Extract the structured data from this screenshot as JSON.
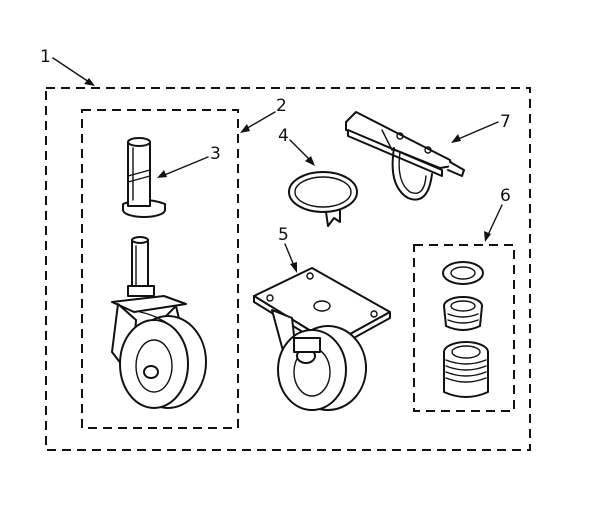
{
  "callouts": {
    "c1": "1",
    "c2": "2",
    "c3": "3",
    "c4": "4",
    "c5": "5",
    "c6": "6",
    "c7": "7"
  },
  "colors": {
    "ink": "#111111",
    "paper": "#ffffff"
  }
}
